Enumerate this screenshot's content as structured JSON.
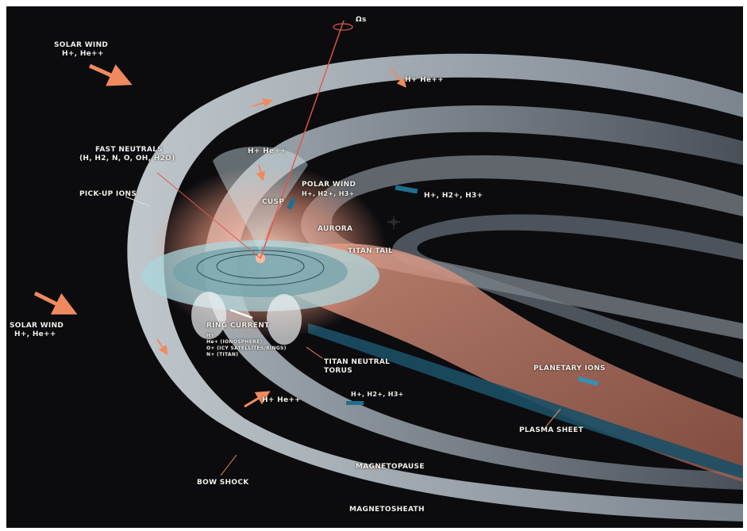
{
  "labels": {
    "solar_wind_top": "SOLAR WIND",
    "solar_wind_top_ions": "H+, He++",
    "solar_wind_left": "SOLAR WIND",
    "solar_wind_left_ions": "H+, He++",
    "fast_neutrals": "FAST NEUTRALS",
    "fast_neutrals_species": "(H, H2, N, O, OH, H2O)",
    "pick_up_ions": "PICK-UP IONS",
    "cusp_ions": "H+ He++",
    "cusp": "CUSP",
    "polar_wind": "POLAR WIND",
    "polar_wind_species": "H+, H2+, H3+",
    "aurora": "AURORA",
    "titan_tail": "TITAN TAIL",
    "tail_ions_top": "H+ He++",
    "tail_ions_mid": "H+, H2+, H3+",
    "ring_current": "RING CURRENT",
    "ring_current_species": [
      "H+",
      "He+ (IONOSPHERE)",
      "O+ (ICY SATELLITES/RINGS)",
      "N+ (TITAN)"
    ],
    "titan_neutral_torus": [
      "TITAN NEUTRAL",
      "TORUS"
    ],
    "lower_ions": "H+ He++",
    "lower_ions_2": "H+, H2+, H3+",
    "planetary_ions": "PLANETARY IONS",
    "plasma_sheet": "PLASMA SHEET",
    "magnetopause": "MAGNETOPAUSE",
    "magnetosheath": "MAGNETOSHEATH",
    "bow_shock": "BOW SHOCK",
    "spin_axis": "Ωs"
  },
  "colors": {
    "background": "#0c0c0f",
    "magnetosheath": "#cfd9e0",
    "plasma": "#f0a890",
    "ring": "#a9d6dc",
    "arrow": "#f08a5e",
    "ion_arrow": "#1f6f8f",
    "axis_line": "#e2564a"
  }
}
